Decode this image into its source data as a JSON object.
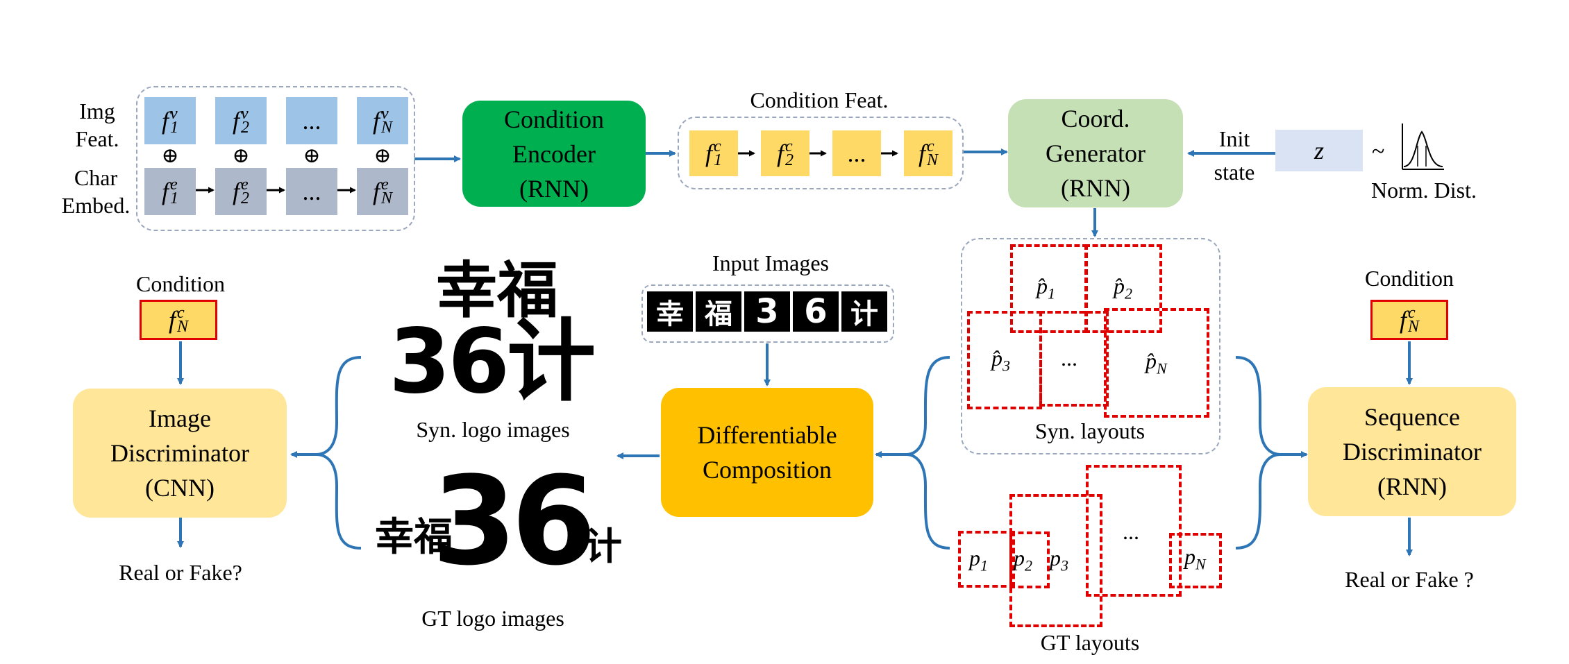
{
  "encoder_row": {
    "img_feat_label": [
      "Img",
      "Feat."
    ],
    "char_embed_label": [
      "Char",
      "Embed."
    ],
    "img_feats": [
      "f",
      "f",
      "...",
      "f"
    ],
    "img_feat_subs": [
      "1",
      "2",
      "",
      "N"
    ],
    "img_feat_sup": "v",
    "char_embeds": [
      "f",
      "f",
      "...",
      "f"
    ],
    "char_embed_subs": [
      "1",
      "2",
      "",
      "N"
    ],
    "char_embed_sup": "e",
    "oplus": "⊕"
  },
  "condition_encoder": {
    "lines": [
      "Condition",
      "Encoder",
      "(RNN)"
    ]
  },
  "condition_feat": {
    "title": "Condition Feat.",
    "items": [
      "f",
      "f",
      "...",
      "f"
    ],
    "subs": [
      "1",
      "2",
      "",
      "N"
    ],
    "sup": "c"
  },
  "coord_generator": {
    "lines": [
      "Coord.",
      "Generator",
      "(RNN)"
    ]
  },
  "init_state": {
    "lines": [
      "Init",
      "state"
    ]
  },
  "noise": {
    "symbol": "z",
    "tilde": "~",
    "dist_label": "Norm. Dist."
  },
  "syn_layouts": {
    "caption": "Syn. layouts",
    "labels": [
      "p̂",
      "p̂",
      "p̂",
      "...",
      "p̂"
    ],
    "subs": [
      "1",
      "2",
      "3",
      "",
      "N"
    ]
  },
  "gt_layouts": {
    "caption": "GT layouts",
    "labels": [
      "p",
      "p",
      "p",
      "...",
      "p"
    ],
    "subs": [
      "1",
      "2",
      "3",
      "",
      "N"
    ]
  },
  "input_images": {
    "title": "Input Images",
    "chars": [
      "幸",
      "福",
      "3",
      "6",
      "计"
    ]
  },
  "differentiable_composition": {
    "lines": [
      "Differentiable",
      "Composition"
    ]
  },
  "syn_logo": {
    "caption": "Syn. logo images",
    "top": "幸福",
    "bottom": "36计"
  },
  "gt_logo": {
    "caption": "GT logo images",
    "text": [
      "幸福",
      "36",
      "计"
    ]
  },
  "image_discriminator": {
    "condition_label": "Condition",
    "condition_symbol": "f",
    "condition_sup": "c",
    "condition_sub": "N",
    "lines": [
      "Image",
      "Discriminator",
      "(CNN)"
    ],
    "output": "Real or Fake?"
  },
  "sequence_discriminator": {
    "condition_label": "Condition",
    "condition_symbol": "f",
    "condition_sup": "c",
    "condition_sub": "N",
    "lines": [
      "Sequence",
      "Discriminator",
      "(RNN)"
    ],
    "output": "Real or Fake ?"
  },
  "colors": {
    "img_feat": "#9dc3e6",
    "char_embed": "#adb9ca",
    "cond_encoder": "#00b050",
    "cond_feat": "#ffd966",
    "coord_gen": "#c5e0b4",
    "noise_box": "#dae3f3",
    "composition": "#ffc000",
    "discriminator": "#ffe699",
    "arrow": "#2e75b6",
    "layout_box": "#e00000"
  }
}
